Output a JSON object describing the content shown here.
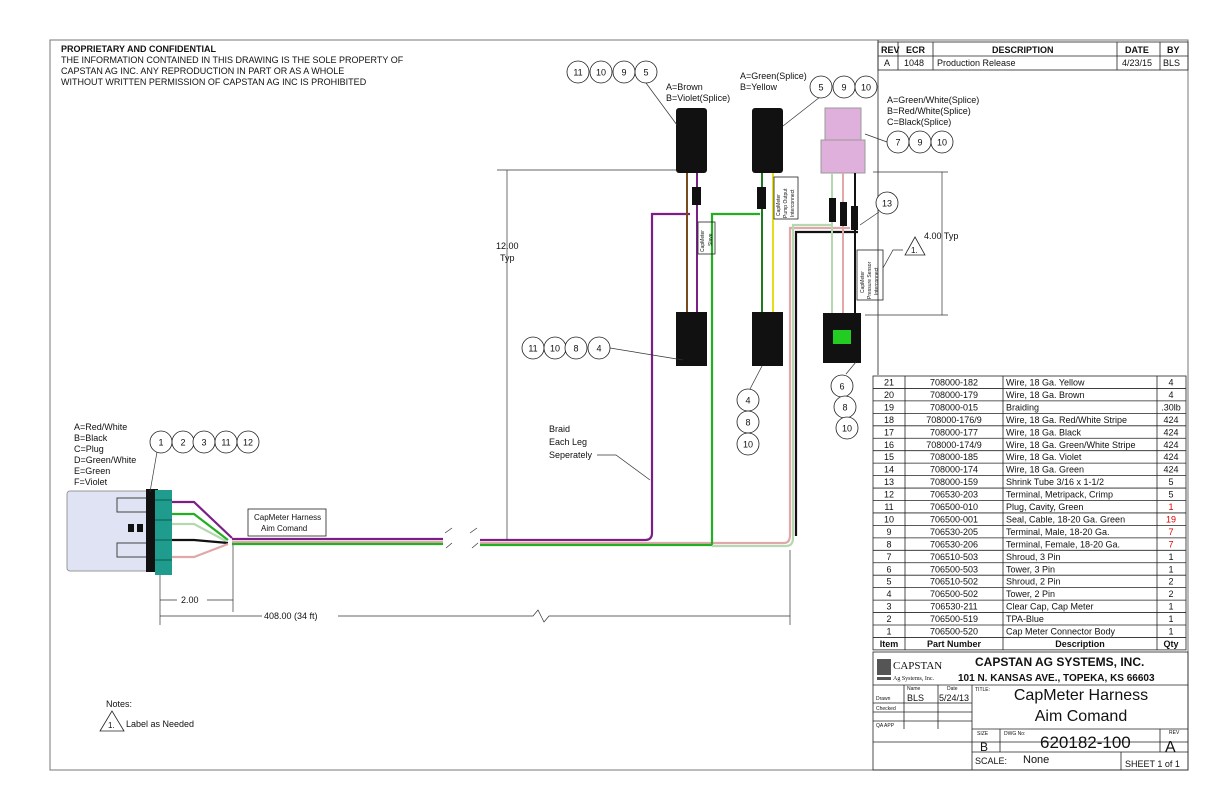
{
  "notice": {
    "heading": "PROPRIETARY AND CONFIDENTIAL",
    "lines": [
      "THE INFORMATION CONTAINED IN THIS DRAWING IS THE SOLE PROPERTY OF",
      "CAPSTAN AG INC. ANY REPRODUCTION IN PART OR AS A WHOLE",
      "WITHOUT WRITTEN PERMISSION OF CAPSTAN AG INC IS PROHIBITED"
    ]
  },
  "revisions": {
    "headers": [
      "REV",
      "ECR",
      "DESCRIPTION",
      "DATE",
      "BY"
    ],
    "rows": [
      [
        "A",
        "1048",
        "Production Release",
        "4/23/15",
        "BLS"
      ]
    ]
  },
  "drawing": {
    "main_connector_pins": [
      "A=Red/White",
      "B=Black",
      "C=Plug",
      "D=Green/White",
      "E=Green",
      "F=Violet"
    ],
    "conn1_pins": [
      "A=Brown",
      "B=Violet(Splice)"
    ],
    "conn2_pins": [
      "A=Green(Splice)",
      "B=Yellow"
    ],
    "conn3_pins": [
      "A=Green/White(Splice)",
      "B=Red/White(Splice)",
      "C=Black(Splice)"
    ],
    "harness_label": [
      "CapMeter Harness",
      "Aim Comand"
    ],
    "slave_label": [
      "CapMeter",
      "Slave"
    ],
    "pump_label": [
      "CapMeter",
      "Pump Output",
      "Interconnect"
    ],
    "pressure_label": [
      "CapMeter",
      "Pressure Sensor",
      "Interconnect"
    ],
    "braid_note": [
      "Braid",
      "Each Leg",
      "Seperately"
    ],
    "dim_12": [
      "12.00",
      "Typ"
    ],
    "dim_4": "4.00 Typ",
    "dim_2": "2.00",
    "dim_408": "408.00 (34 ft)",
    "flag_1": "1.",
    "balloons": {
      "main": [
        "1",
        "2",
        "3",
        "11",
        "12"
      ],
      "conn1": [
        "11",
        "10",
        "9",
        "5"
      ],
      "conn2": [
        "5",
        "9",
        "10"
      ],
      "conn3": [
        "7",
        "9",
        "10"
      ],
      "shrink": [
        "13"
      ],
      "tower1": [
        "11",
        "10",
        "8",
        "4"
      ],
      "tower2": [
        "4",
        "8",
        "10"
      ],
      "tower3": [
        "6",
        "8",
        "10"
      ]
    },
    "notes_title": "Notes:",
    "notes": [
      {
        "flag": "1.",
        "text": "Label as Needed"
      }
    ]
  },
  "bom": {
    "headers": [
      "Item",
      "Part Number",
      "Description",
      "Qty"
    ],
    "rows": [
      [
        "21",
        "708000-182",
        "Wire, 18 Ga. Yellow",
        "4"
      ],
      [
        "20",
        "708000-179",
        "Wire, 18 Ga. Brown",
        "4"
      ],
      [
        "19",
        "708000-015",
        "Braiding",
        ".30lb"
      ],
      [
        "18",
        "708000-176/9",
        "Wire, 18 Ga. Red/White Stripe",
        "424"
      ],
      [
        "17",
        "708000-177",
        "Wire, 18 Ga. Black",
        "424"
      ],
      [
        "16",
        "708000-174/9",
        "Wire, 18 Ga. Green/White Stripe",
        "424"
      ],
      [
        "15",
        "708000-185",
        "Wire, 18 Ga. Violet",
        "424"
      ],
      [
        "14",
        "708000-174",
        "Wire, 18 Ga. Green",
        "424"
      ],
      [
        "13",
        "708000-159",
        "Shrink Tube 3/16 x 1-1/2",
        "5"
      ],
      [
        "12",
        "706530-203",
        "Terminal, Metripack, Crimp",
        "5"
      ],
      [
        "11",
        "706500-010",
        "Plug, Cavity, Green",
        "1"
      ],
      [
        "10",
        "706500-001",
        "Seal, Cable, 18-20 Ga. Green",
        "19"
      ],
      [
        "9",
        "706530-205",
        "Terminal, Male, 18-20 Ga.",
        "7"
      ],
      [
        "8",
        "706530-206",
        "Terminal, Female, 18-20 Ga.",
        "7"
      ],
      [
        "7",
        "706510-503",
        "Shroud, 3 Pin",
        "1"
      ],
      [
        "6",
        "706500-503",
        "Tower, 3 Pin",
        "1"
      ],
      [
        "5",
        "706510-502",
        "Shroud, 2 Pin",
        "2"
      ],
      [
        "4",
        "706500-502",
        "Tower, 2 Pin",
        "2"
      ],
      [
        "3",
        "706530-211",
        "Clear Cap, Cap Meter",
        "1"
      ],
      [
        "2",
        "706500-519",
        "TPA-Blue",
        "1"
      ],
      [
        "1",
        "706500-520",
        "Cap Meter Connector Body",
        "1"
      ]
    ],
    "highlight_qty_rows": [
      "11",
      "10",
      "9",
      "8"
    ],
    "highlight_color": "#e00000"
  },
  "title_block": {
    "logo_text": "CAPSTAN",
    "logo_sub": "Ag Systems, Inc.",
    "company": "CAPSTAN AG SYSTEMS, INC.",
    "address": "101 N. KANSAS AVE., TOPEKA, KS 66603",
    "name_hdr": "Name",
    "date_hdr": "Date",
    "drawn_label": "Drawn",
    "drawn_name": "BLS",
    "drawn_date": "5/24/13",
    "checked_label": "Checked",
    "qa_label": "QA APP",
    "title_label": "TITLE:",
    "title": [
      "CapMeter Harness",
      "Aim Comand"
    ],
    "size_label": "SIZE",
    "size": "B",
    "dwg_label": "DWG No:",
    "dwg_no": "620182-100",
    "rev_label": "REV",
    "rev": "A",
    "scale_label": "SCALE:",
    "scale": "None",
    "sheet": "SHEET 1 of 1"
  },
  "wire_colors": {
    "violet": "#7a1f86",
    "green": "#22b022",
    "dark_green": "#1e7a1e",
    "green_white": "#b6d8b0",
    "red_white": "#e0a8a8",
    "black": "#111111",
    "brown": "#7a4a1f",
    "yellow": "#e5dd1a",
    "shroud_pink": "#e0b0dc",
    "teal": "#1f9c8e",
    "clear_cap": "#dfe3f3"
  }
}
